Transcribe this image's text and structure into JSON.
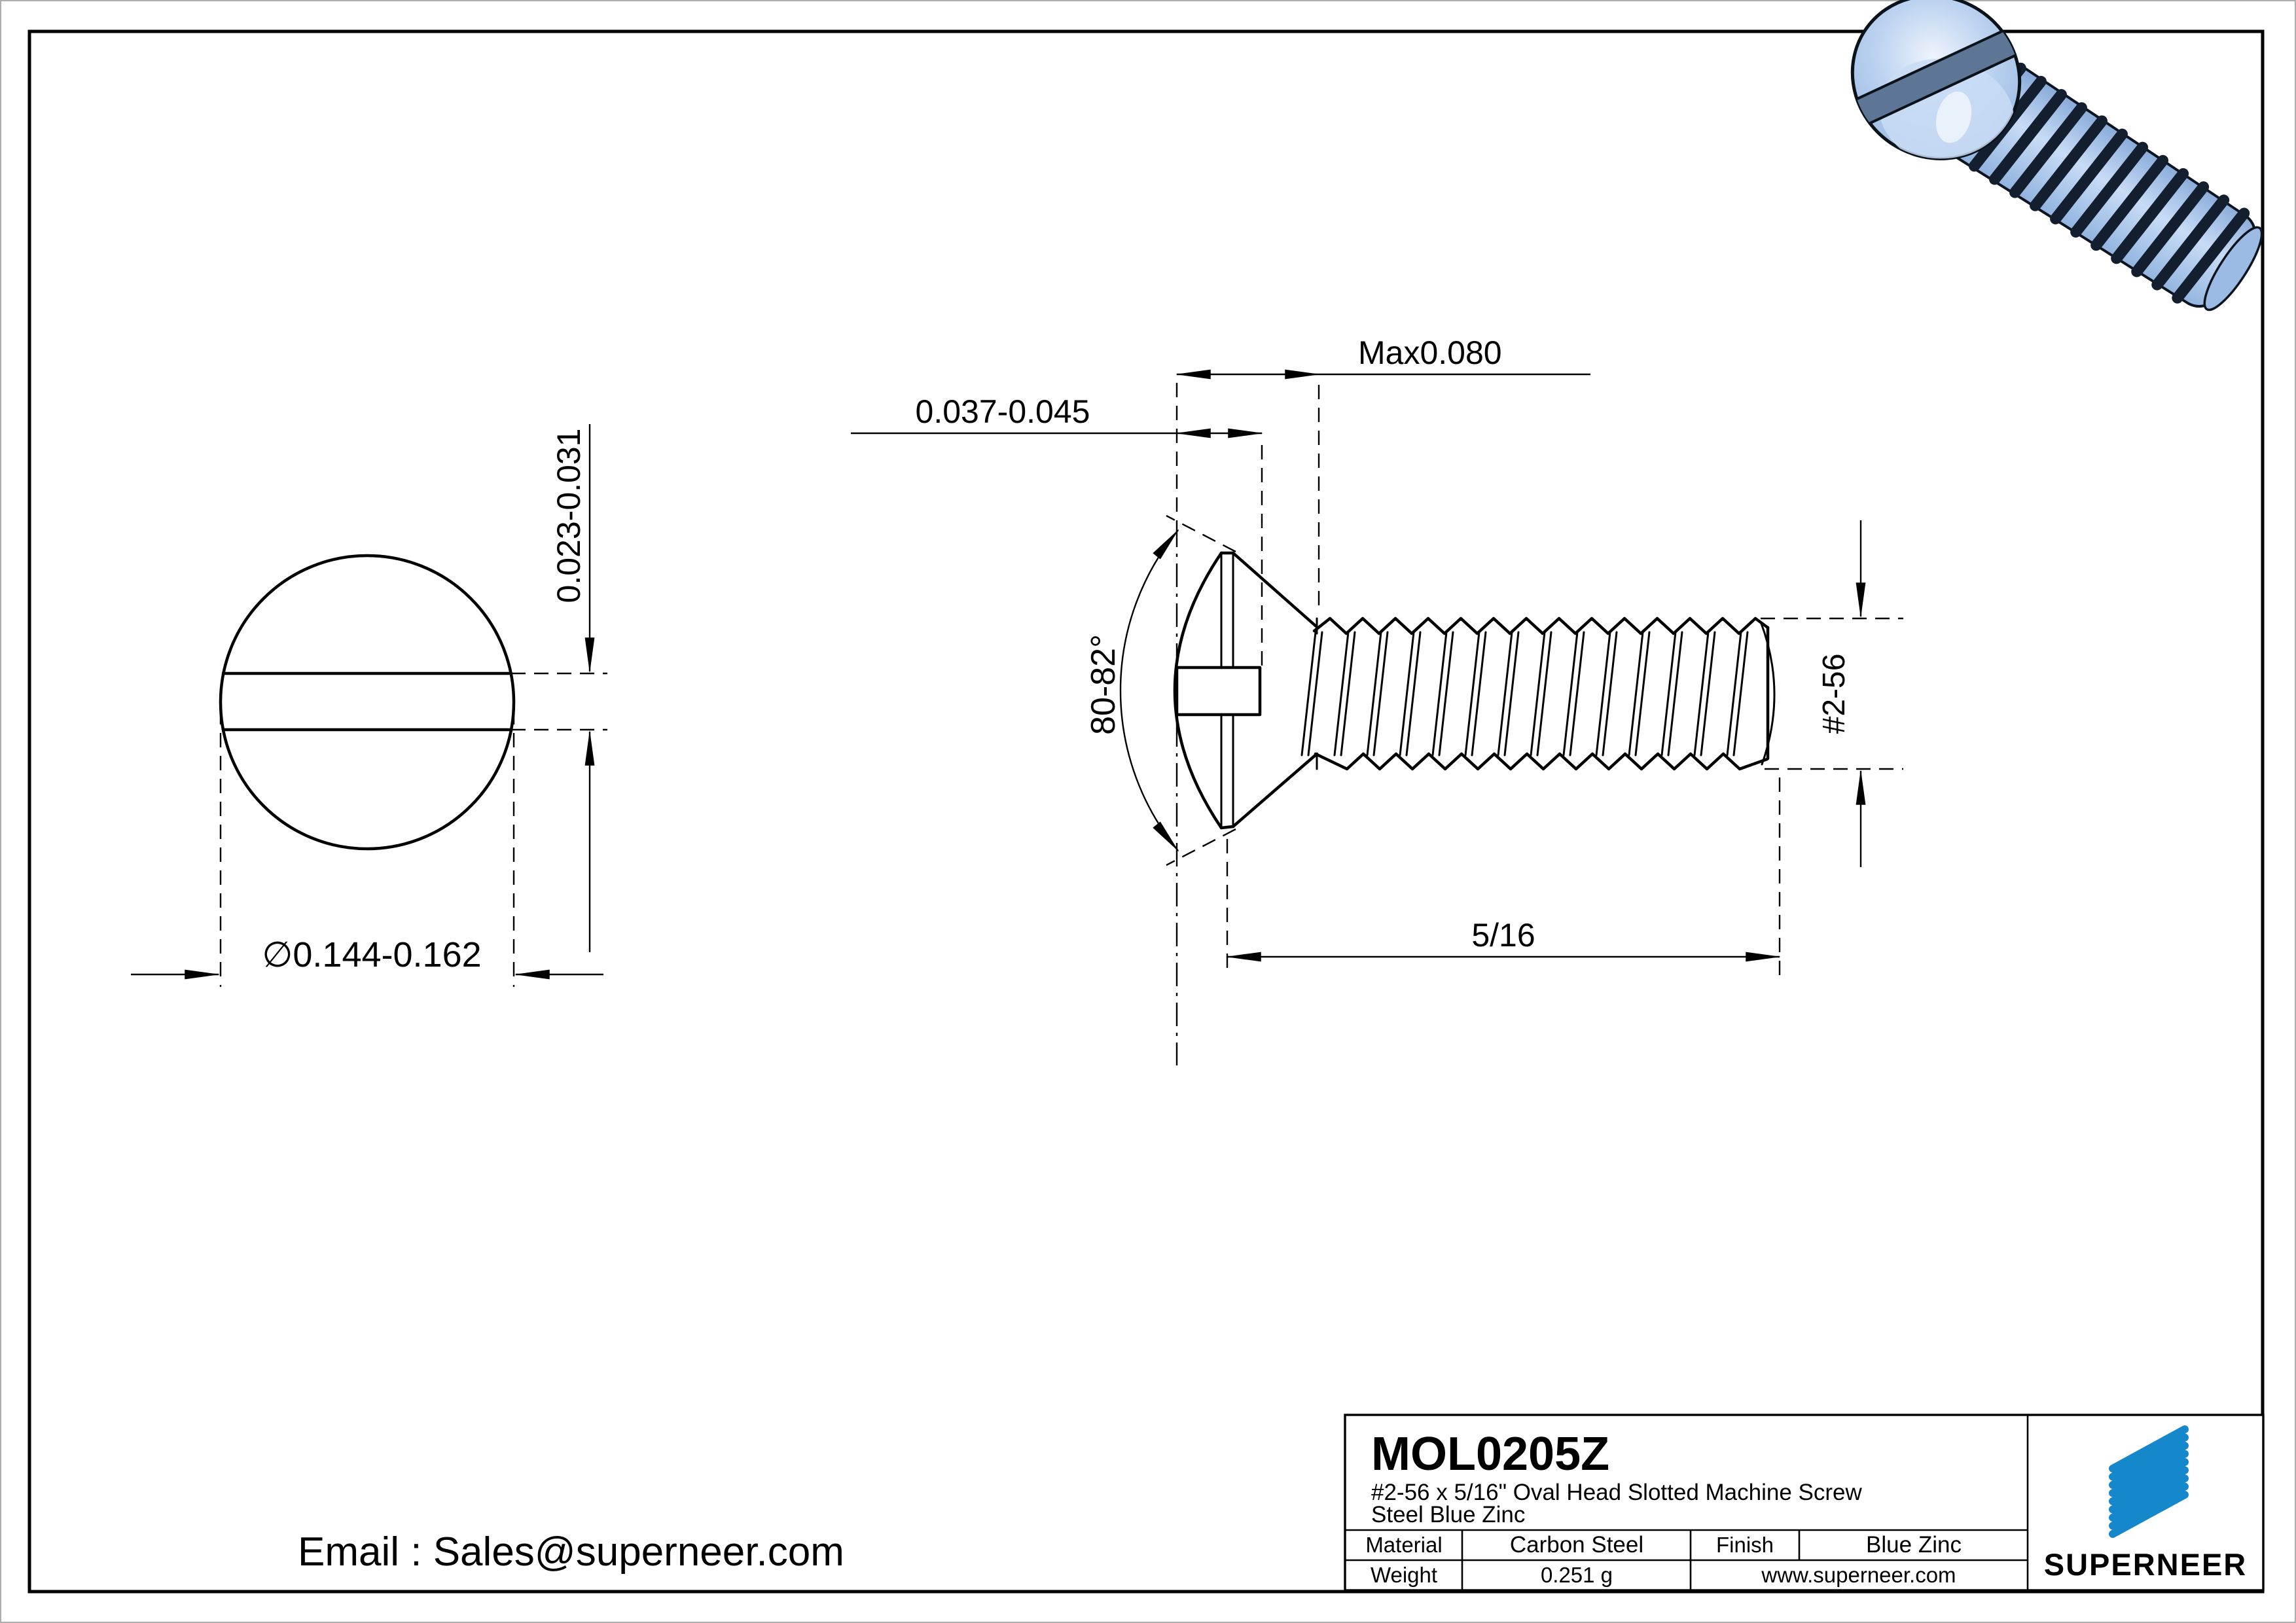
{
  "dims": {
    "slot_depth": "0.023-0.031",
    "head_diameter": "∅0.144-0.162",
    "head_height": "Max0.080",
    "slot_width": "0.037-0.045",
    "head_angle": "80-82°",
    "thread_size": "#2-56",
    "length": "5/16"
  },
  "email": "Email : Sales@superneer.com",
  "title_block": {
    "part_number": "MOL0205Z",
    "description": "#2-56 x 5/16\" Oval Head Slotted Machine Screw",
    "finish_desc": "Steel Blue Zinc",
    "material_label": "Material",
    "material_value": "Carbon Steel",
    "finish_label": "Finish",
    "finish_value": "Blue Zinc",
    "weight_label": "Weight",
    "weight_value": "0.251 g",
    "website": "www.superneer.com",
    "brand": "SUPERNEER"
  },
  "colors": {
    "accent": "#1588cb",
    "link": "#1476d2",
    "line": "#000000",
    "screw_blue": "#a9c6e9"
  }
}
